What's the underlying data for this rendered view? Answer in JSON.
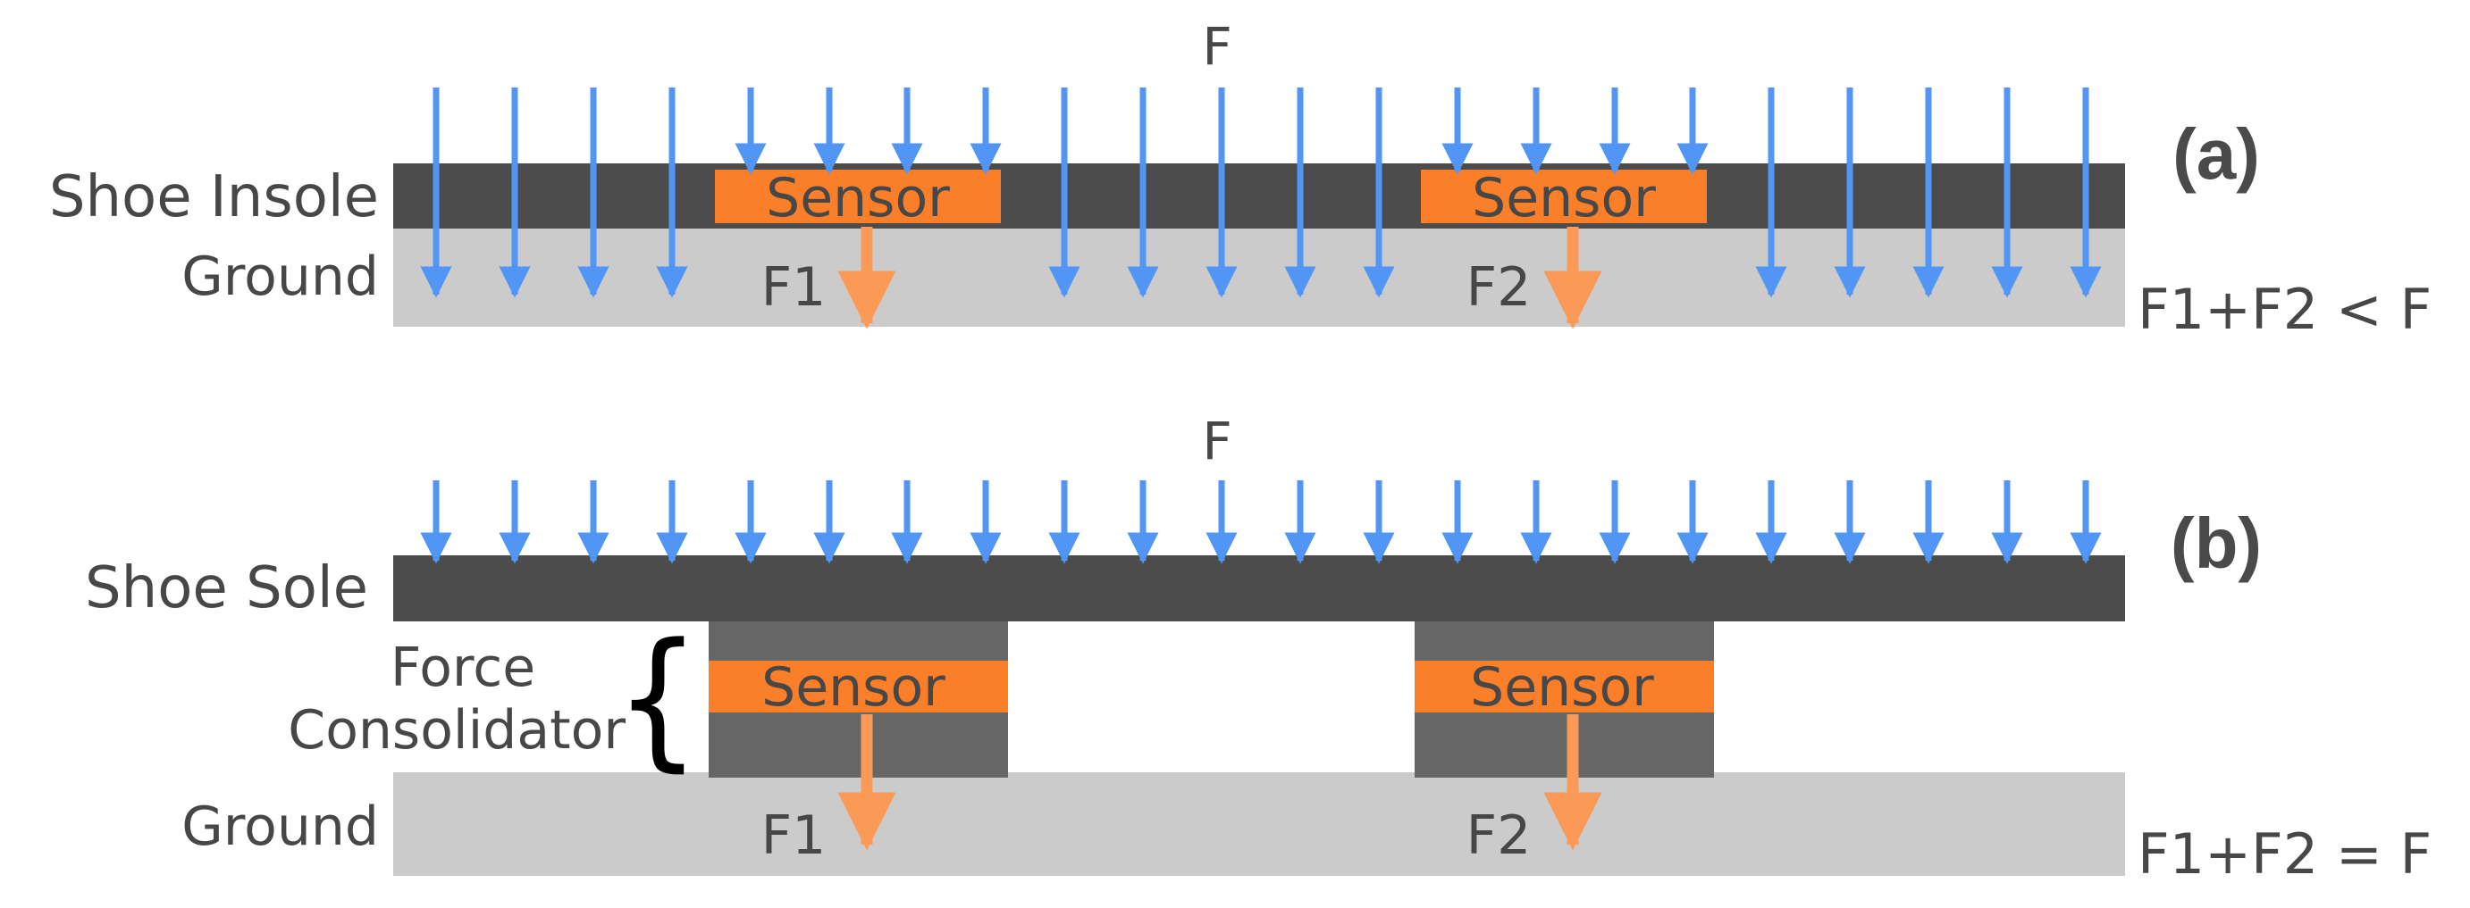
{
  "colors": {
    "force_arrow": "#5296f5",
    "sensor_force_arrow": "#fb9a56",
    "sensor": "#fb7e29",
    "insole": "#4c4c4c",
    "consolidator": "#666666",
    "ground": "#cbcbcb",
    "text": "#474747"
  },
  "panel_a": {
    "tag": "(a)",
    "force_label": "F",
    "insole_label": "Shoe Insole",
    "ground_label": "Ground",
    "sensor_left_label": "Sensor",
    "sensor_right_label": "Sensor",
    "f1_label": "F1",
    "f2_label": "F2",
    "equation": "F1+F2 < F"
  },
  "panel_b": {
    "tag": "(b)",
    "force_label": "F",
    "sole_label": "Shoe Sole",
    "consolidator_label_line1": "Force",
    "consolidator_label_line2": "Consolidator",
    "brace": "{",
    "ground_label": "Ground",
    "sensor_left_label": "Sensor",
    "sensor_right_label": "Sensor",
    "f1_label": "F1",
    "f2_label": "F2",
    "equation": "F1+F2 = F"
  }
}
